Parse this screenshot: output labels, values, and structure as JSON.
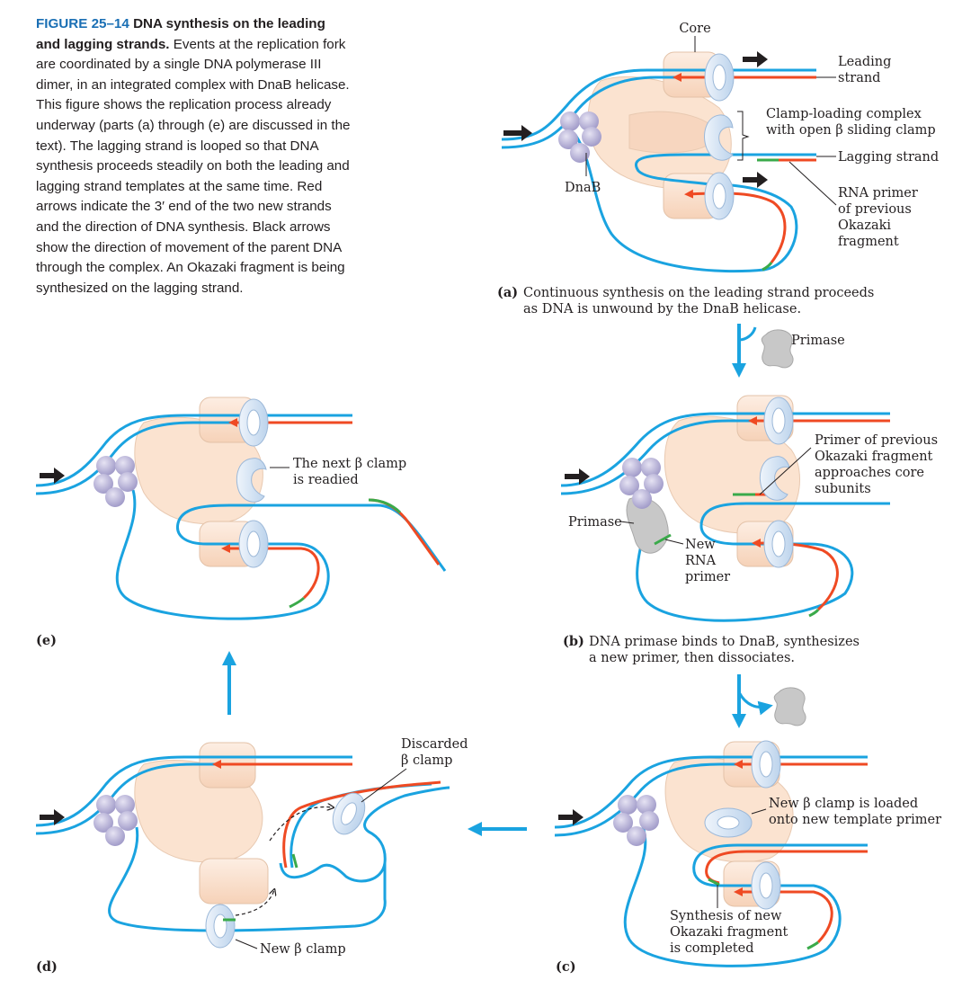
{
  "caption": {
    "number": "FIGURE 25–14",
    "title": "DNA synthesis on the leading and lagging strands.",
    "body": "Events at the replication fork are coordinated by a single DNA polymerase III dimer, in an integrated complex with DnaB helicase. This figure shows the replication process already underway (parts (a) through (e) are discussed in the text). The lagging strand is looped so that DNA synthesis proceeds steadily on both the leading and lagging strand templates at the same time. Red arrows indicate the 3′ end of the two new strands and the direction of DNA synthesis. Black arrows show the direction of movement of the parent DNA through the complex. An Okazaki fragment is being synthesized on the lagging strand."
  },
  "panel_a": {
    "tag": "(a)",
    "text_line1": "Continuous synthesis on the leading strand proceeds",
    "text_line2": "as DNA is unwound by the DnaB helicase.",
    "labels": {
      "core": "Core",
      "leading1": "Leading",
      "leading2": "strand",
      "clamp_loading1": "Clamp-loading complex",
      "clamp_loading2": "with open β sliding clamp",
      "lagging": "Lagging strand",
      "rna1": "RNA primer",
      "rna2": "of previous",
      "rna3": "Okazaki",
      "rna4": "fragment",
      "dnab": "DnaB"
    }
  },
  "primase_label": "Primase",
  "panel_b": {
    "tag": "(b)",
    "text_line1": "DNA primase binds to DnaB, synthesizes",
    "text_line2": "a new primer, then dissociates.",
    "labels": {
      "prev1": "Primer of previous",
      "prev2": "Okazaki fragment",
      "prev3": "approaches core",
      "prev4": "subunits",
      "primase": "Primase",
      "new1": "New",
      "new2": "RNA",
      "new3": "primer"
    }
  },
  "panel_c": {
    "tag": "(c)",
    "labels": {
      "clamp1": "New β clamp is loaded",
      "clamp2": "onto new template primer",
      "synth1": "Synthesis of new",
      "synth2": "Okazaki fragment",
      "synth3": "is completed"
    }
  },
  "panel_d": {
    "tag": "(d)",
    "labels": {
      "discard1": "Discarded",
      "discard2": "β clamp",
      "newclamp": "New β clamp"
    }
  },
  "panel_e": {
    "tag": "(e)",
    "labels": {
      "next1": "The next β clamp",
      "next2": "is readied"
    }
  },
  "colors": {
    "dna_blue": "#1aa3e0",
    "new_strand_red": "#ef4a23",
    "primer_green": "#3aaa4a",
    "polymerase_body": "#fbe3d0",
    "clamp": "#dce9f7",
    "dnab_sphere": "#b9b4d8",
    "primase_gray": "#c8c8c8",
    "flow_arrow": "#1aa3e0",
    "motion_arrow": "#231f20",
    "caption_blue": "#1a6fb4"
  }
}
